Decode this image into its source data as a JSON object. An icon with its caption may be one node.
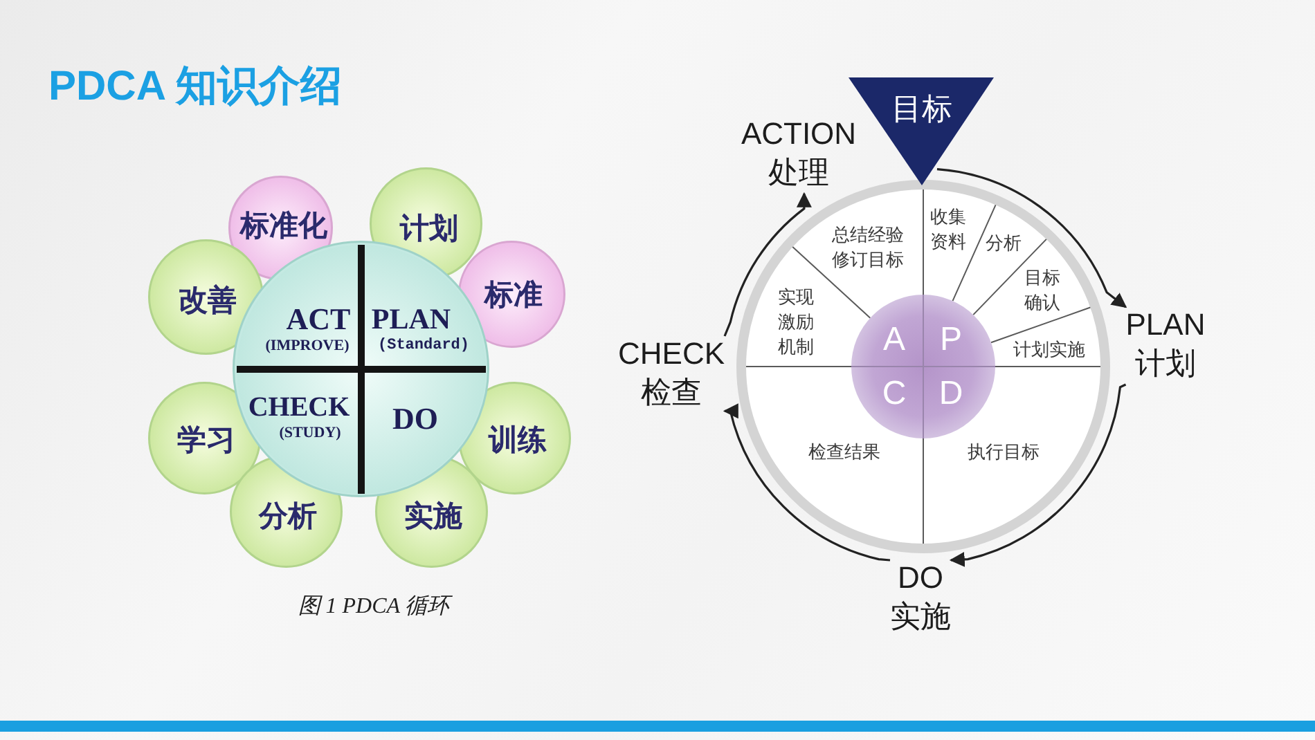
{
  "diagram": {
    "title": "PDCA 知识介绍",
    "caption": "图 1 PDCA 循环",
    "nodes": [
      {
        "text": [],
        "shape": "circle"
      },
      {
        "text": [
          "ACT",
          "(IMPROVE)"
        ],
        "in": 0
      },
      {
        "text": [
          "PLAN",
          "(Standard)"
        ],
        "in": 0
      },
      {
        "text": [
          "CHECK",
          "(STUDY)"
        ],
        "in": 0
      },
      {
        "text": [
          "DO"
        ],
        "in": 0
      },
      {
        "text": [
          "标准化"
        ]
      },
      {
        "text": [
          "计划"
        ]
      },
      {
        "text": [
          "改善"
        ]
      },
      {
        "text": [
          "标准"
        ]
      },
      {
        "text": [
          "学习"
        ]
      },
      {
        "text": [
          "训练"
        ]
      },
      {
        "text": [
          "分析"
        ]
      },
      {
        "text": [
          "实施"
        ]
      },
      {
        "text": [
          "目标"
        ]
      },
      {
        "text": [
          "ACTION 处理"
        ]
      },
      {
        "text": [],
        "shape": "circle"
      },
      {
        "text": [
          "总结经验修订目标"
        ],
        "in": 15
      },
      {
        "text": [
          "收集资料"
        ],
        "in": 15
      },
      {
        "text": [
          "分析"
        ],
        "in": 15
      },
      {
        "text": [
          "实现激励机制"
        ],
        "in": 15
      },
      {
        "text": [
          "目标确认"
        ],
        "in": 15
      },
      {
        "text": [
          "计划实施"
        ],
        "in": 15
      },
      {
        "text": [
          "A",
          "P",
          "C",
          "D"
        ],
        "in": 15
      },
      {
        "text": [
          "检查结果"
        ],
        "in": 15
      },
      {
        "text": [
          "执行目标"
        ],
        "in": 15
      },
      {
        "text": [
          "PLAN 计划"
        ]
      },
      {
        "text": [
          "CHECK 检查"
        ]
      },
      {
        "text": [
          "DO 实施"
        ]
      }
    ],
    "edges": [
      {
        "from": 13,
        "to": 25,
        "arrow": "to"
      },
      {
        "from": 25,
        "to": 27,
        "arrow": "to"
      },
      {
        "from": 27,
        "to": 26,
        "arrow": "to"
      },
      {
        "from": 26,
        "to": 14,
        "arrow": "to"
      }
    ]
  }
}
